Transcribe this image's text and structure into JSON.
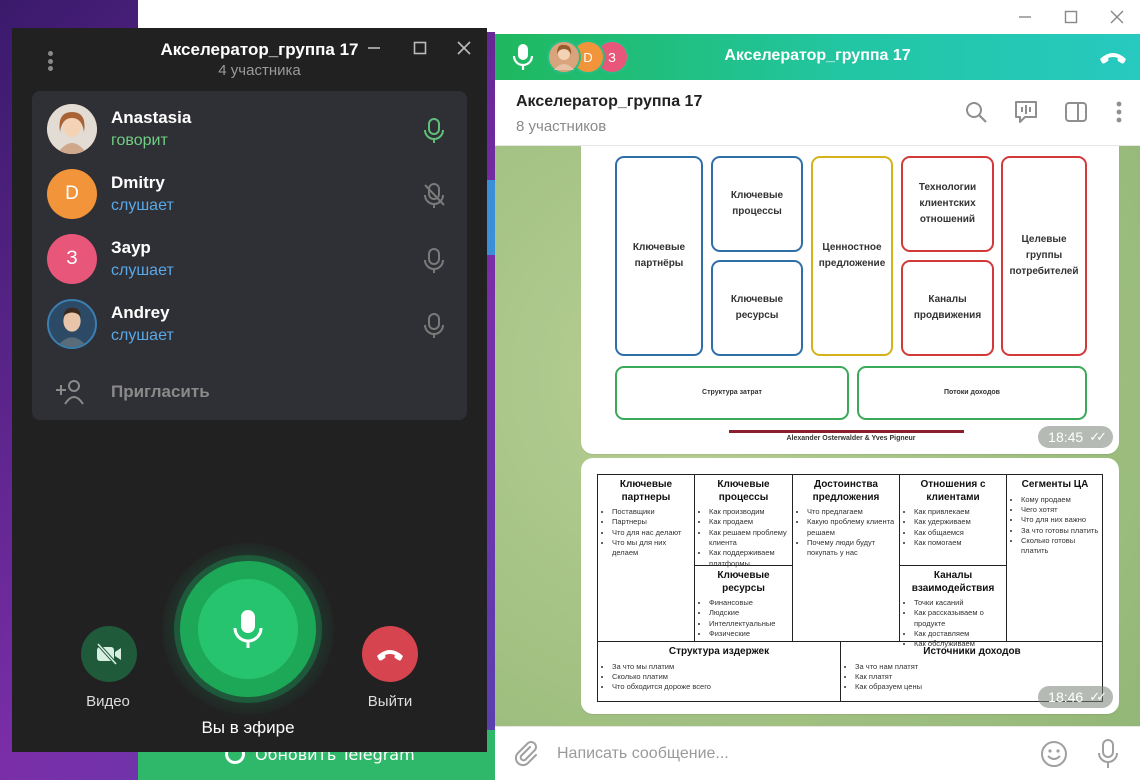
{
  "desktop": {
    "update_label": "Обновить Telegram"
  },
  "voice_chat": {
    "title": "Акселератор_группа 17",
    "subtitle": "4 участника",
    "participants": [
      {
        "name": "Anastasia",
        "status": "говорит",
        "status_color": "#6fcf82",
        "avatar_letter": "",
        "avatar_color": "#c98c63",
        "mic": "active"
      },
      {
        "name": "Dmitry",
        "status": "слушает",
        "status_color": "#5aa9e6",
        "avatar_letter": "D",
        "avatar_color": "#f2943a",
        "mic": "muted"
      },
      {
        "name": "Заур",
        "status": "слушает",
        "status_color": "#5aa9e6",
        "avatar_letter": "З",
        "avatar_color": "#e8577a",
        "mic": "off"
      },
      {
        "name": "Andrey",
        "status": "слушает",
        "status_color": "#5aa9e6",
        "avatar_letter": "",
        "avatar_color": "#4e6a86",
        "mic": "off"
      }
    ],
    "invite_label": "Пригласить",
    "video_label": "Видео",
    "leave_label": "Выйти",
    "on_air_label": "Вы в эфире",
    "accent": "#27c470",
    "leave_color": "#d6454f"
  },
  "chat": {
    "call_bar_title": "Акселератор_группа 17",
    "call_avatar_letters": [
      "D",
      "З"
    ],
    "title": "Акселератор_группа 17",
    "subtitle": "8 участников",
    "input_placeholder": "Написать сообщение...",
    "messages": [
      {
        "time": "18:45",
        "canvas": {
          "boxes": {
            "partners": "Ключевые партнёры",
            "processes": "Ключевые процессы",
            "value": "Ценностное предложение",
            "tech": "Технологии клиентских отношений",
            "segments": "Целевые группы потребителей",
            "resources": "Ключевые ресурсы",
            "channels": "Каналы продвижения",
            "costs": "Структура затрат",
            "revenue": "Потоки доходов"
          },
          "author": "Alexander Osterwalder & Yves Pigneur"
        }
      },
      {
        "time": "18:46",
        "table": {
          "partners": {
            "title": "Ключевые партнеры",
            "items": [
              "Поставщики",
              "Партнеры",
              "Что для нас делают",
              "Что мы для них делаем"
            ]
          },
          "processes": {
            "title": "Ключевые процессы",
            "items": [
              "Как производим",
              "Как продаем",
              "Как решаем проблему клиента",
              "Как поддерживаем платформы"
            ]
          },
          "resources": {
            "title": "Ключевые ресурсы",
            "items": [
              "Финансовые",
              "Людские",
              "Интеллектуальные",
              "Физические"
            ]
          },
          "value": {
            "title": "Достоинства предложения",
            "items": [
              "Что предлагаем",
              "Какую проблему клиента решаем",
              "Почему люди будут покупать у нас"
            ]
          },
          "relations": {
            "title": "Отношения с клиентами",
            "items": [
              "Как привлекаем",
              "Как удерживаем",
              "Как общаемся",
              "Как помогаем"
            ]
          },
          "channels": {
            "title": "Каналы взаимодействия",
            "items": [
              "Точки касаний",
              "Как рассказываем о продукте",
              "Как доставляем",
              "Как обслуживаем"
            ]
          },
          "segments": {
            "title": "Сегменты ЦА",
            "items": [
              "Кому продаем",
              "Чего хотят",
              "Что для них важно",
              "За что готовы платить",
              "Сколько готовы платить"
            ]
          },
          "costs": {
            "title": "Структура издержек",
            "items": [
              "За что мы платим",
              "Сколько платим",
              "Что обходится дороже всего"
            ]
          },
          "revenue": {
            "title": "Источники доходов",
            "items": [
              "За что нам платят",
              "Как платят",
              "Как образуем цены"
            ]
          }
        }
      }
    ]
  },
  "icons": {
    "mic": "microphone-icon",
    "mic_off": "microphone-off-icon",
    "hangup": "phone-hangup-icon",
    "search": "search-icon",
    "video_chat": "video-chat-icon",
    "sidebar": "sidebar-toggle-icon",
    "more": "more-vertical-icon",
    "attach": "paperclip-icon",
    "emoji": "emoji-icon",
    "invite": "add-user-icon",
    "video_off": "video-off-icon"
  }
}
